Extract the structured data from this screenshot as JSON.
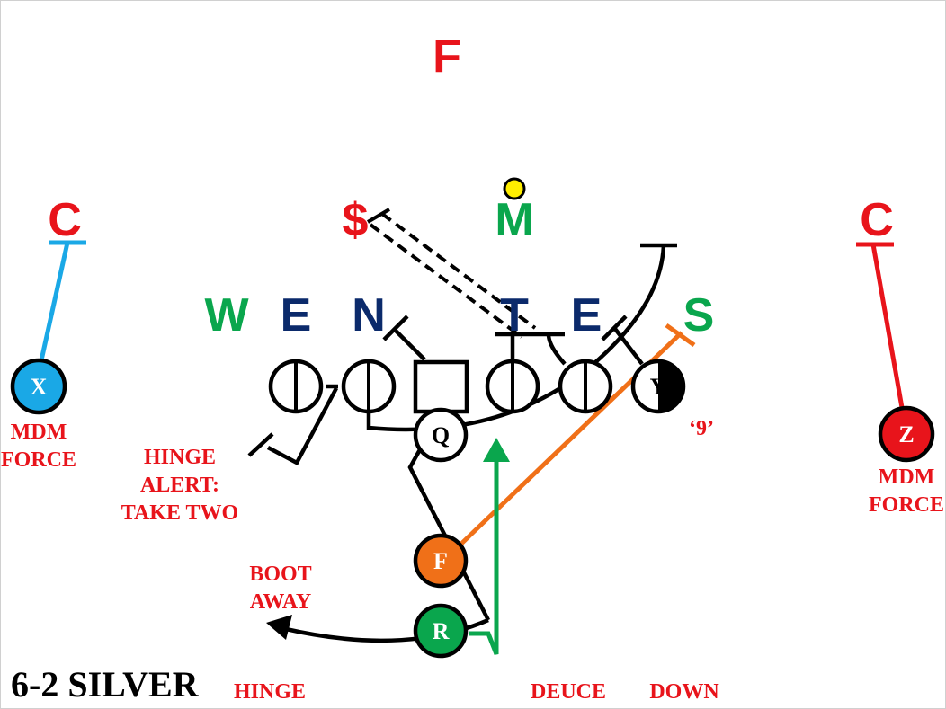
{
  "title": "6-2 SILVER",
  "colors": {
    "red": "#e8141b",
    "green": "#0aa64d",
    "navy": "#0b2a6b",
    "blue": "#1aa8e6",
    "orange": "#f07018",
    "yellow": "#ffee00",
    "black": "#000000"
  },
  "defenders": {
    "free_safety": "F",
    "corner_left": "C",
    "corner_right": "C",
    "dollar": "$",
    "mike": "M",
    "will": "W",
    "end_left": "E",
    "nose": "N",
    "tackle": "T",
    "end_right": "E",
    "sam": "S"
  },
  "offense": {
    "x": "X",
    "z": "Z",
    "y": "Y",
    "q": "Q",
    "f": "F",
    "r": "R"
  },
  "notes": {
    "x_line1": "MDM",
    "x_line2": "FORCE",
    "z_line1": "MDM",
    "z_line2": "FORCE",
    "hinge_line1": "HINGE",
    "hinge_line2": "ALERT:",
    "hinge_line3": "TAKE TWO",
    "boot_line1": "BOOT",
    "boot_line2": "AWAY",
    "nine": "‘9’"
  },
  "bottom_labels": {
    "hinge": "HINGE",
    "deuce": "DEUCE",
    "down": "DOWN"
  }
}
